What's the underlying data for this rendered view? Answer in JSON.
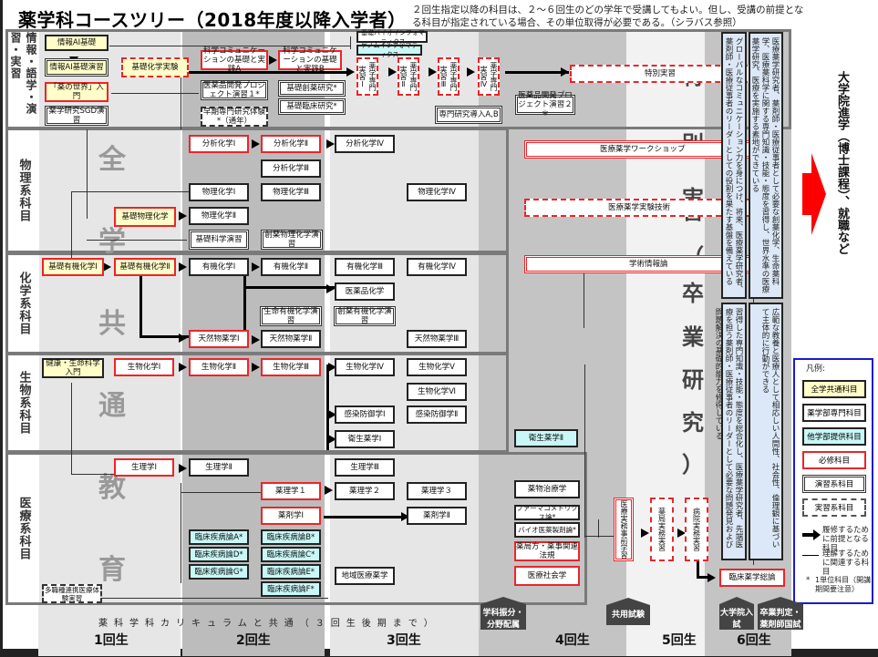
{
  "title": "薬学科コースツリー（2018年度以降入学者）",
  "note": "２回生指定以降の科目は、２～６回生のどの学年で受講してもよい。但し、受講の前提となる科目が指定されている場合、その単位取得が必要である。（シラバス参照）",
  "rows": {
    "info": "情報・語学・演習・実習",
    "physics": "物理系科目",
    "chemistry": "化学系科目",
    "biology": "生物系科目",
    "medical": "医療系科目"
  },
  "common_education_chars": [
    "全",
    "学",
    "共",
    "通",
    "教",
    "育"
  ],
  "special_practice_chars": [
    "特",
    "別",
    "実",
    "習",
    "（",
    "卒",
    "業",
    "研",
    "究",
    "）"
  ],
  "courses": {
    "joho_ai": "情報AI基礎",
    "joho_ai_enshu": "情報AI基礎演習",
    "kusuri_sekai": "「薬の世界」入門",
    "sgd": "薬学研究SGD演習",
    "kiso_kagaku_jikken": "基礎化学実験",
    "kagaku_comm_a": "科学コミュニケーションの基礎と実践A",
    "kagaku_comm_b": "科学コミュニケーションの基礎と実践B",
    "iyakuhin_pj1": "医薬品開発プロジェクト演習１*",
    "soki_senmon": "早期専門研究体験*（通年）",
    "kiso_soyaku": "基礎創薬研究*",
    "kiso_rinsho": "基礎臨床研究*",
    "bioinfo": "基礎バイオインフォマティクス",
    "genome": "ゲノムインフォマティクス",
    "jisshu1": "薬学専門実習Ⅰ",
    "jisshu2": "薬学専門実習Ⅱ",
    "jisshu3": "薬学専門実習Ⅲ",
    "jisshu4": "薬学専門実習Ⅳ",
    "senmon_donyu": "専門研究導入A,B",
    "iyakuhin_pj2": "医薬品開発プロジェクト演習２＊",
    "tokubetsu": "特別実習",
    "bunseki1": "分析化学Ⅰ",
    "bunseki2": "分析化学Ⅱ",
    "bunseki3": "分析化学Ⅲ",
    "bunseki4": "分析化学Ⅳ",
    "butsuri1": "物理化学Ⅰ",
    "butsuri2": "物理化学Ⅱ",
    "butsuri3": "物理化学Ⅲ",
    "butsuri4": "物理化学Ⅳ",
    "kiso_butsuri": "基礎物理化学",
    "kiso_kagaku_enshu": "基礎科学演習",
    "soyaku_butsuri_enshu": "創薬物理化学演習",
    "kiso_yuki1": "基礎有機化学Ⅰ",
    "kiso_yuki2": "基礎有機化学Ⅱ",
    "yuki1": "有機化学Ⅰ",
    "yuki2": "有機化学Ⅱ",
    "yuki3": "有機化学Ⅲ",
    "yuki4": "有機化学Ⅳ",
    "iyakuhin_kagaku": "医薬品化学",
    "seimei_yuki_enshu": "生命有機化学演習",
    "soyaku_yuki_enshu": "創薬有機化学演習",
    "tennen1": "天然物薬学Ⅰ",
    "tennen2": "天然物薬学Ⅱ",
    "tennen3": "天然物薬学Ⅲ",
    "kenko_seimei": "健康・生命科学入門",
    "seibutsu1": "生物化学Ⅰ",
    "seibutsu2": "生物化学Ⅱ",
    "seibutsu3": "生物化学Ⅲ",
    "seibutsu4": "生物化学Ⅳ",
    "seibutsu5": "生物化学Ⅴ",
    "seibutsu6": "生物化学Ⅵ",
    "kansen1": "感染防御学Ⅰ",
    "kansen2": "感染防御学Ⅱ",
    "eisei1": "衛生薬学Ⅰ",
    "eisei2": "衛生薬学Ⅱ",
    "iryo_ws": "医療薬学ワークショップ",
    "iryo_jikken": "医療薬学実験技術",
    "gakujutsu": "学術情報論",
    "seiri1": "生理学Ⅰ",
    "seiri2": "生理学Ⅱ",
    "seiri3": "生理学Ⅲ",
    "yakuri1": "薬理学１",
    "yakuri2": "薬理学２",
    "yakuri3": "薬理学３",
    "yakuzai1": "薬剤学Ⅰ",
    "yakuzai2": "薬剤学Ⅱ",
    "rinsho_a": "臨床疾病論A*",
    "rinsho_b": "臨床疾病論B*",
    "rinsho_c": "臨床疾病論C*",
    "rinsho_d": "臨床疾病論D*",
    "rinsho_e": "臨床疾病論E*",
    "rinsho_f": "臨床疾病論F*",
    "rinsho_g": "臨床疾病論G*",
    "chiiki": "地域医療薬学",
    "tashoku": "多職種連携医療体験実習",
    "yakubutsu_chiryo": "薬物治療学",
    "pharmacometrics": "ファーマコメトリクス論*",
    "bio_iyaku": "バイオ医薬製剤論*",
    "yakkyokuho": "薬局方・薬事関連法規",
    "iryo_shakai": "医療社会学",
    "iryo_jimu_jizen": "医療実務事前学習",
    "yakkyoku_jisshu": "薬局実務実習",
    "byoin_jisshu": "病院実務実習",
    "rinsho_yakugaku": "臨床薬学総論"
  },
  "goals": [
    "グローバルなコミュニケーション力を身につけ、将来、医療薬学研究者、薬剤師・医療従事者のリーダーとしての役割を果たす基盤を備えている",
    "医療薬学研究者、薬剤師・医療従事者として必要な創薬化学、生命薬科学、医療薬科学に関する専門知識・技能・態度を習得し、世界水準の医療薬学研究、医療を実施する素地ができている",
    "習得した専門知識・技能・態度を総合化し、医療薬学研究者、先端医療を担う薬剤師・医療従事者のリーダーとして必要な問題発見および問題解決の基礎的能力を修得している",
    "広範な教養と医療人として相応しい人間性、社会性、倫理観に基づいて主体的に行動ができる"
  ],
  "outcome": "大学院進学（博士課程）、就職など",
  "bottom": {
    "common_note": "薬科学科カリキュラムと共通（３回生後期まで）",
    "years": [
      "1回生",
      "2回生",
      "3回生",
      "4回生",
      "5回生",
      "6回生"
    ],
    "events": [
      "学科振分・分野配属",
      "共用試験",
      "大学院入試",
      "卒業判定・薬剤師国試"
    ]
  },
  "legend": {
    "title": "凡例:",
    "items": [
      "全学共通科目",
      "薬学部専門科目",
      "他学部提供科目",
      "必修科目",
      "演習系科目",
      "実習系科目"
    ],
    "arrow_thick": "履修するために前提となる科目",
    "arrow_thin": "理解するために関連する科目",
    "asterisk_sym": "*",
    "asterisk": "1単位科目（開講期間要注意）"
  },
  "colors": {
    "required_border": "#e8262a",
    "common_fill": "#fffdc8",
    "other_faculty_fill": "#c9f7f7",
    "goal_fill": "#dce8f7",
    "legend_border": "#1a1ad0",
    "outcome_arrow": "#ff0000"
  }
}
